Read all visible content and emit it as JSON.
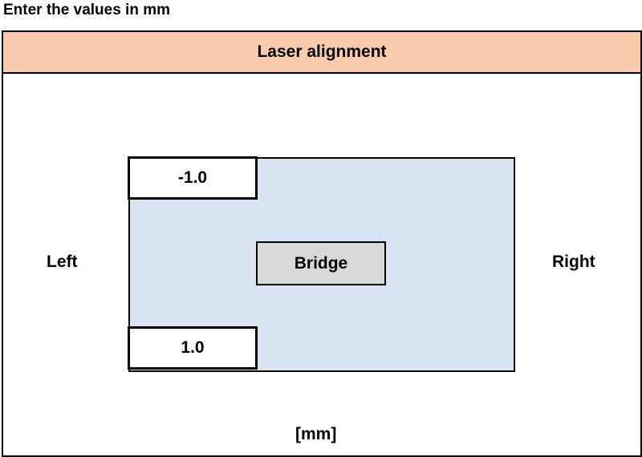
{
  "instruction": "Enter the values in mm",
  "header": "Laser alignment",
  "left_label": "Left",
  "right_label": "Right",
  "top_value": "-1.0",
  "bottom_value": "1.0",
  "bridge_label": "Bridge",
  "unit_label": "[mm]",
  "colors": {
    "header_bg": "#f8cbad",
    "area_bg": "#dae3f3",
    "bridge_bg": "#d9d9d9"
  }
}
